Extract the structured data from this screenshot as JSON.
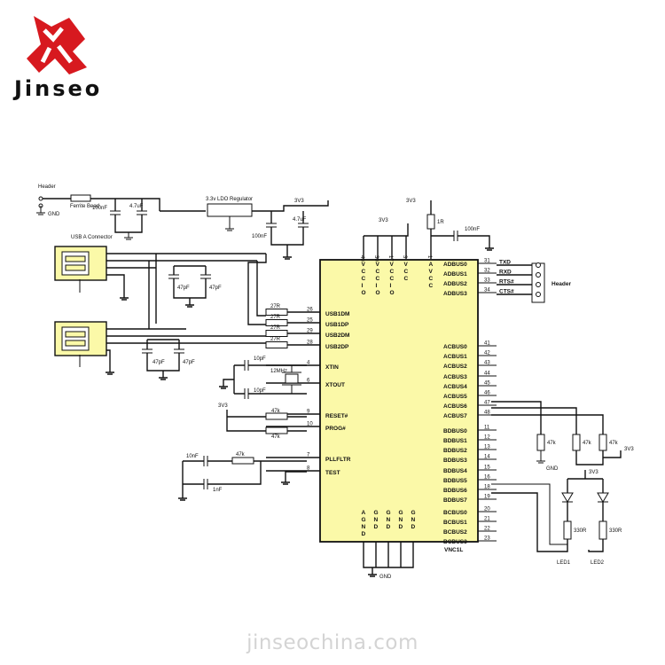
{
  "brand": {
    "name": "Jinseo",
    "logo_color": "#d7191f"
  },
  "footer": {
    "watermark": "jinseochina.com"
  },
  "schematic": {
    "chip_name": "VNC1L",
    "chip_fill": "#fbf9a8",
    "header_top": "Header",
    "header_right": "Header",
    "ferrite_label": "Ferrite Bead",
    "regulator_label": "3.3v LDO Regulator",
    "usb_connector_label": "USB A Connector",
    "ground_label": "GND",
    "rail_label": "3V3",
    "left_pins": [
      {
        "num": "26",
        "name": "USB1DM"
      },
      {
        "num": "25",
        "name": "USB1DP"
      },
      {
        "num": "29",
        "name": "USB2DM"
      },
      {
        "num": "28",
        "name": "USB2DP"
      },
      {
        "num": "4",
        "name": "XTIN"
      },
      {
        "num": "6",
        "name": "XTOUT"
      },
      {
        "num": "9",
        "name": "RESET#"
      },
      {
        "num": "10",
        "name": "PROG#"
      },
      {
        "num": "7",
        "name": "PLLFLTR"
      },
      {
        "num": "8",
        "name": "TEST"
      }
    ],
    "right_pins": [
      {
        "num": "31",
        "name": "ADBUS0"
      },
      {
        "num": "32",
        "name": "ADBUS1"
      },
      {
        "num": "33",
        "name": "ADBUS2"
      },
      {
        "num": "34",
        "name": "ADBUS3"
      },
      {
        "num": "41",
        "name": "ACBUS0"
      },
      {
        "num": "42",
        "name": "ACBUS1"
      },
      {
        "num": "43",
        "name": "ACBUS2"
      },
      {
        "num": "44",
        "name": "ACBUS3"
      },
      {
        "num": "45",
        "name": "ACBUS4"
      },
      {
        "num": "46",
        "name": "ACBUS5"
      },
      {
        "num": "47",
        "name": "ACBUS6"
      },
      {
        "num": "48",
        "name": "ACBUS7"
      },
      {
        "num": "11",
        "name": "BDBUS0"
      },
      {
        "num": "12",
        "name": "BDBUS1"
      },
      {
        "num": "13",
        "name": "BDBUS2"
      },
      {
        "num": "14",
        "name": "BDBUS3"
      },
      {
        "num": "15",
        "name": "BDBUS4"
      },
      {
        "num": "16",
        "name": "BDBUS5"
      },
      {
        "num": "18",
        "name": "BDBUS6"
      },
      {
        "num": "19",
        "name": "BDBUS7"
      },
      {
        "num": "20",
        "name": "BCBUS0"
      },
      {
        "num": "21",
        "name": "BCBUS1"
      },
      {
        "num": "22",
        "name": "BCBUS2"
      },
      {
        "num": "23",
        "name": "BCBUS3"
      }
    ],
    "top_pins": [
      {
        "num": "40",
        "name": "VCCIO"
      },
      {
        "num": "30",
        "name": "VCCIO"
      },
      {
        "num": "17",
        "name": "VCCIO"
      },
      {
        "num": "3",
        "name": "VCC"
      },
      {
        "num": "1",
        "name": "AVCC"
      }
    ],
    "bottom_pins": [
      {
        "name": "AGND"
      },
      {
        "name": "GND"
      },
      {
        "name": "GND"
      },
      {
        "name": "GND"
      },
      {
        "name": "GND"
      }
    ],
    "uart_signals": [
      "TXD",
      "RXD",
      "RTS#",
      "CTS#"
    ],
    "usb_resistors": [
      "27R",
      "27R",
      "27R",
      "27R"
    ],
    "usb_caps": [
      "47pF",
      "47pF",
      "47pF",
      "47pF"
    ],
    "pullups": [
      "47k",
      "47k"
    ],
    "pll_parts": {
      "c1": "10nF",
      "r": "47k",
      "c2": "1nF"
    },
    "crystal": {
      "label": "12MHz",
      "c1": "10pF",
      "c2": "10pF"
    },
    "power_caps": {
      "c1": "100nF",
      "c2": "4.7uF",
      "c3": "100nF",
      "c4": "4.7uF",
      "c5": "100nF"
    },
    "avcc_resistor": "1R",
    "bus_resistors": [
      "47k",
      "47k",
      "47k"
    ],
    "leds": [
      {
        "label": "LED1",
        "resistor": "330R"
      },
      {
        "label": "LED2",
        "resistor": "330R"
      }
    ]
  }
}
